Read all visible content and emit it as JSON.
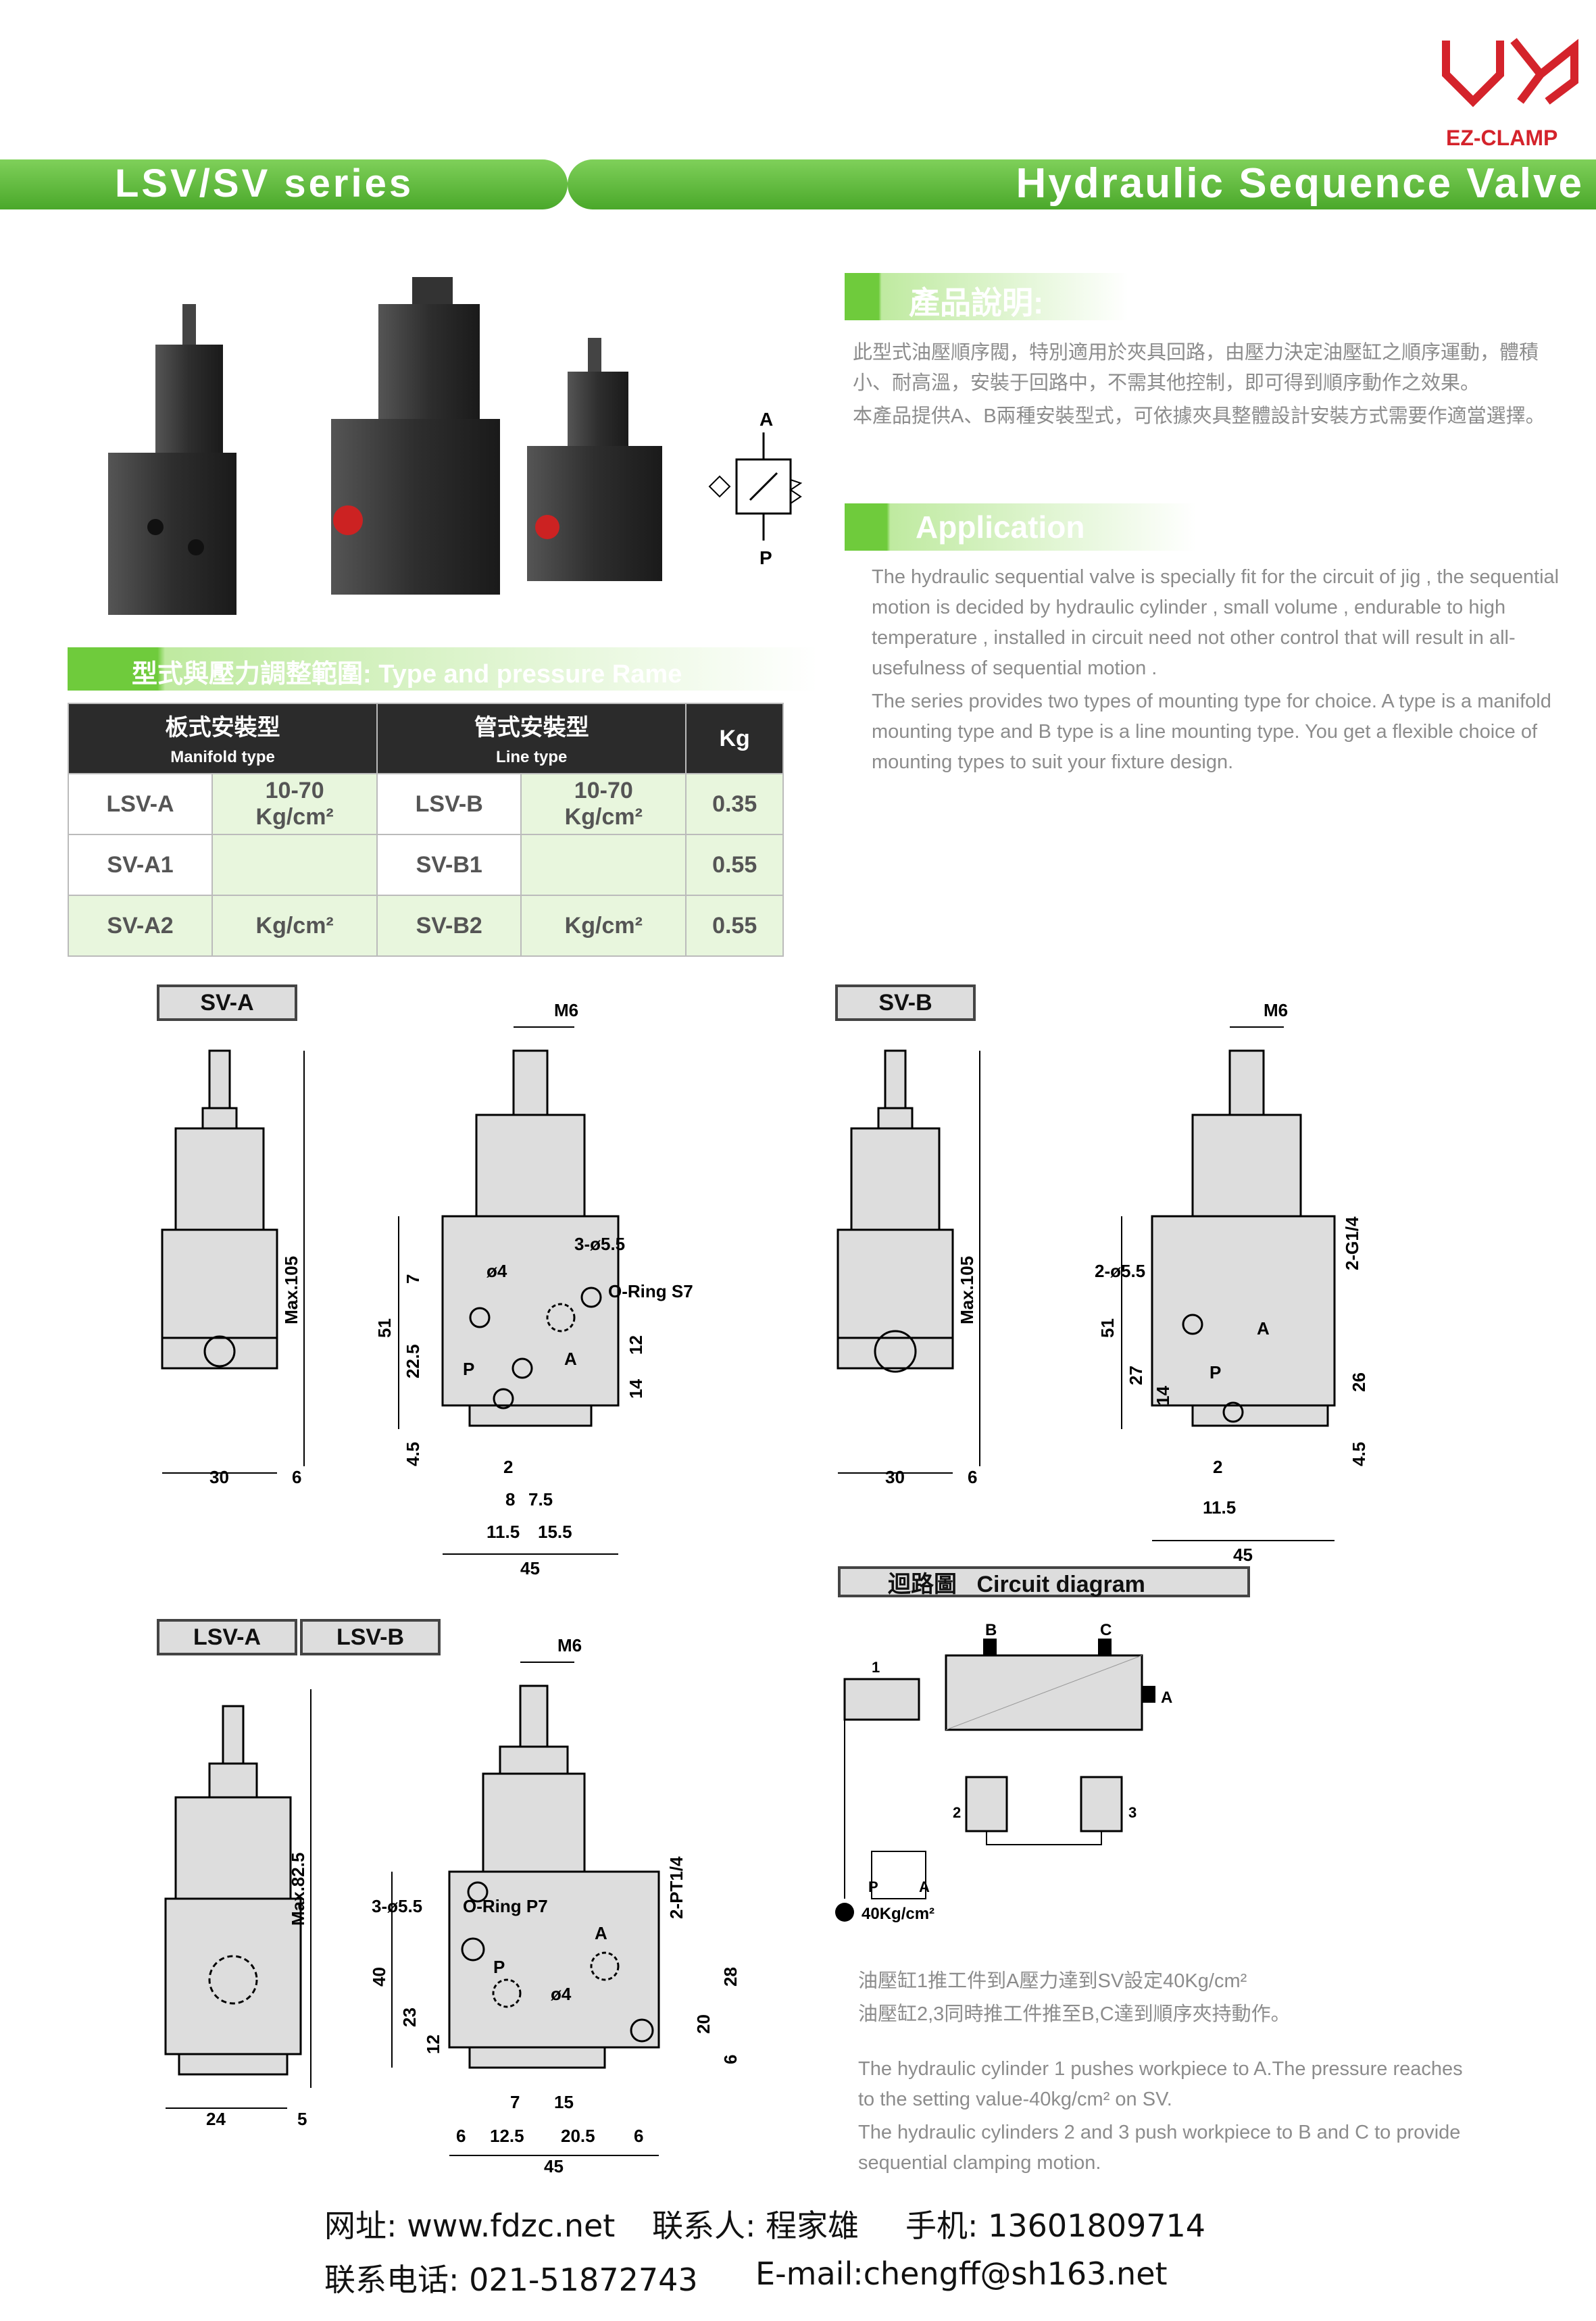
{
  "header": {
    "series": "LSV/SV series",
    "title": "Hydraulic Sequence Valve",
    "logo_text": "EZ-CLAMP"
  },
  "intro": {
    "heading_cn": "產品說明:",
    "bullets_cn": [
      "此型式油壓順序閥，特別適用於夾具回路，由壓力決定油壓缸之順序運動，體積小、耐高溫，安裝于回路中，不需其他控制，即可得到順序動作之效果。",
      "本產品提供A、B兩種安裝型式，可依據夾具整體設計安裝方式需要作適當選擇。"
    ]
  },
  "application": {
    "heading": "Application",
    "bullets": [
      "The hydraulic sequential valve is specially fit for the circuit of jig , the sequential motion is decided by hydraulic cylinder , small volume , endurable to high temperature , installed in circuit need not other control that will result in all-usefulness of sequential motion .",
      "The series provides two types of mounting type for choice. A type is a manifold mounting type and B type is a line mounting type. You get a flexible choice of mounting types to suit your fixture design."
    ]
  },
  "symbol": {
    "port_a": "A",
    "port_p": "P"
  },
  "spec_table": {
    "heading": "型式與壓力調整範圍: Type and pressure Rame",
    "col1": "板式安裝型",
    "col1_en": "Manifold type",
    "col2": "管式安裝型",
    "col2_en": "Line type",
    "col3": "Kg",
    "rows": [
      {
        "a": "LSV-A",
        "range": "10-70",
        "unit": "Kg/cm²",
        "b": "LSV-B",
        "range2": "10-70",
        "unit2": "Kg/cm²",
        "kg": "0.35"
      },
      {
        "a": "SV-A1",
        "range": "",
        "unit": "",
        "b": "SV-B1",
        "range2": "",
        "unit2": "",
        "kg": "0.55"
      },
      {
        "a": "SV-A2",
        "range": "",
        "unit": "Kg/cm²",
        "b": "SV-B2",
        "range2": "",
        "unit2": "Kg/cm²",
        "kg": "0.55"
      }
    ]
  },
  "drawings": {
    "sv_a_label": "SV-A",
    "sv_b_label": "SV-B",
    "lsv_a_label": "LSV-A",
    "lsv_b_label": "LSV-B",
    "m6": "M6",
    "max105": "Max.105",
    "max825": "Max.82.5",
    "bolt_355": "3-ø5.5",
    "bolt_255": "2-ø5.5",
    "phi4": "ø4",
    "oring_s7": "O-Ring S7",
    "oring_p7": "O-Ring P7",
    "g14": "2-G1/4",
    "pt14": "2-PT1/4",
    "a": "A",
    "p": "P"
  },
  "circuit": {
    "label_cn": "迴路圖",
    "label_en": "Circuit diagram",
    "pressure": "40Kg/cm²",
    "notes_cn": [
      "油壓缸1推工件到A壓力達到SV設定40Kg/cm²",
      "油壓缸2,3同時推工件推至B,C達到順序夾持動作。"
    ],
    "notes_en": [
      "The hydraulic cylinder 1 pushes workpiece to A.The pressure reaches to the setting value-40kg/cm² on SV.",
      "The hydraulic cylinders 2 and 3 push workpiece to B and C to provide sequential clamping motion."
    ]
  },
  "footer": {
    "web": "网址: www.fdzc.net",
    "contact": "联系人: 程家雄",
    "mobile": "手机: 13601809714",
    "phone": "联系电话: 021-51872743",
    "email": "E-mail:chengff@sh163.net"
  }
}
